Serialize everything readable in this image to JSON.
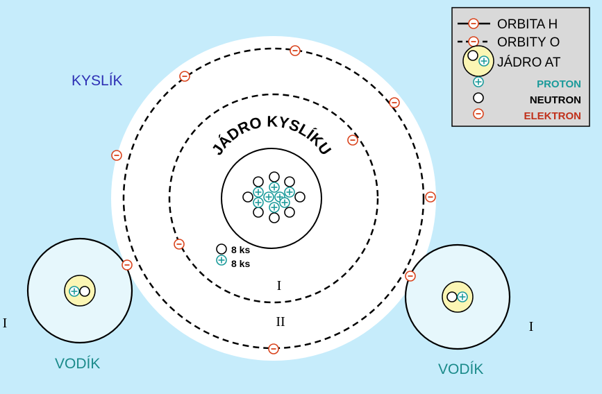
{
  "labels": {
    "oxygen": "KYSLÍK",
    "nucleus_title": "JÁDRO KYSLÍKU",
    "hydrogen_left": "VODÍK",
    "hydrogen_right": "VODÍK",
    "neutron_count": "8 ks",
    "proton_count": "8 ks",
    "shell_inner": "I",
    "shell_outer": "II",
    "h_left_shell": "I",
    "h_right_shell": "I"
  },
  "legend": {
    "orbit_h": "ORBITA H",
    "orbit_o": "ORBITY O",
    "nucleus": "JÁDRO AT",
    "proton": "PROTON",
    "neutron": "NEUTRON",
    "electron": "ELEKTRON"
  },
  "symbols": {
    "plus": "+",
    "minus": "−"
  },
  "colors": {
    "background": "#c6ecfb",
    "oxygen_label": "#2d2fb4",
    "hydrogen_label": "#1a8a8a",
    "proton": "#1a9a9a",
    "electron": "#d9431c",
    "proton_legend": "#1a9a9a",
    "electron_legend": "#c0301a",
    "nucleus_fill": "#fbf6b4",
    "hydrogen_fill": "#e6f7fc"
  }
}
